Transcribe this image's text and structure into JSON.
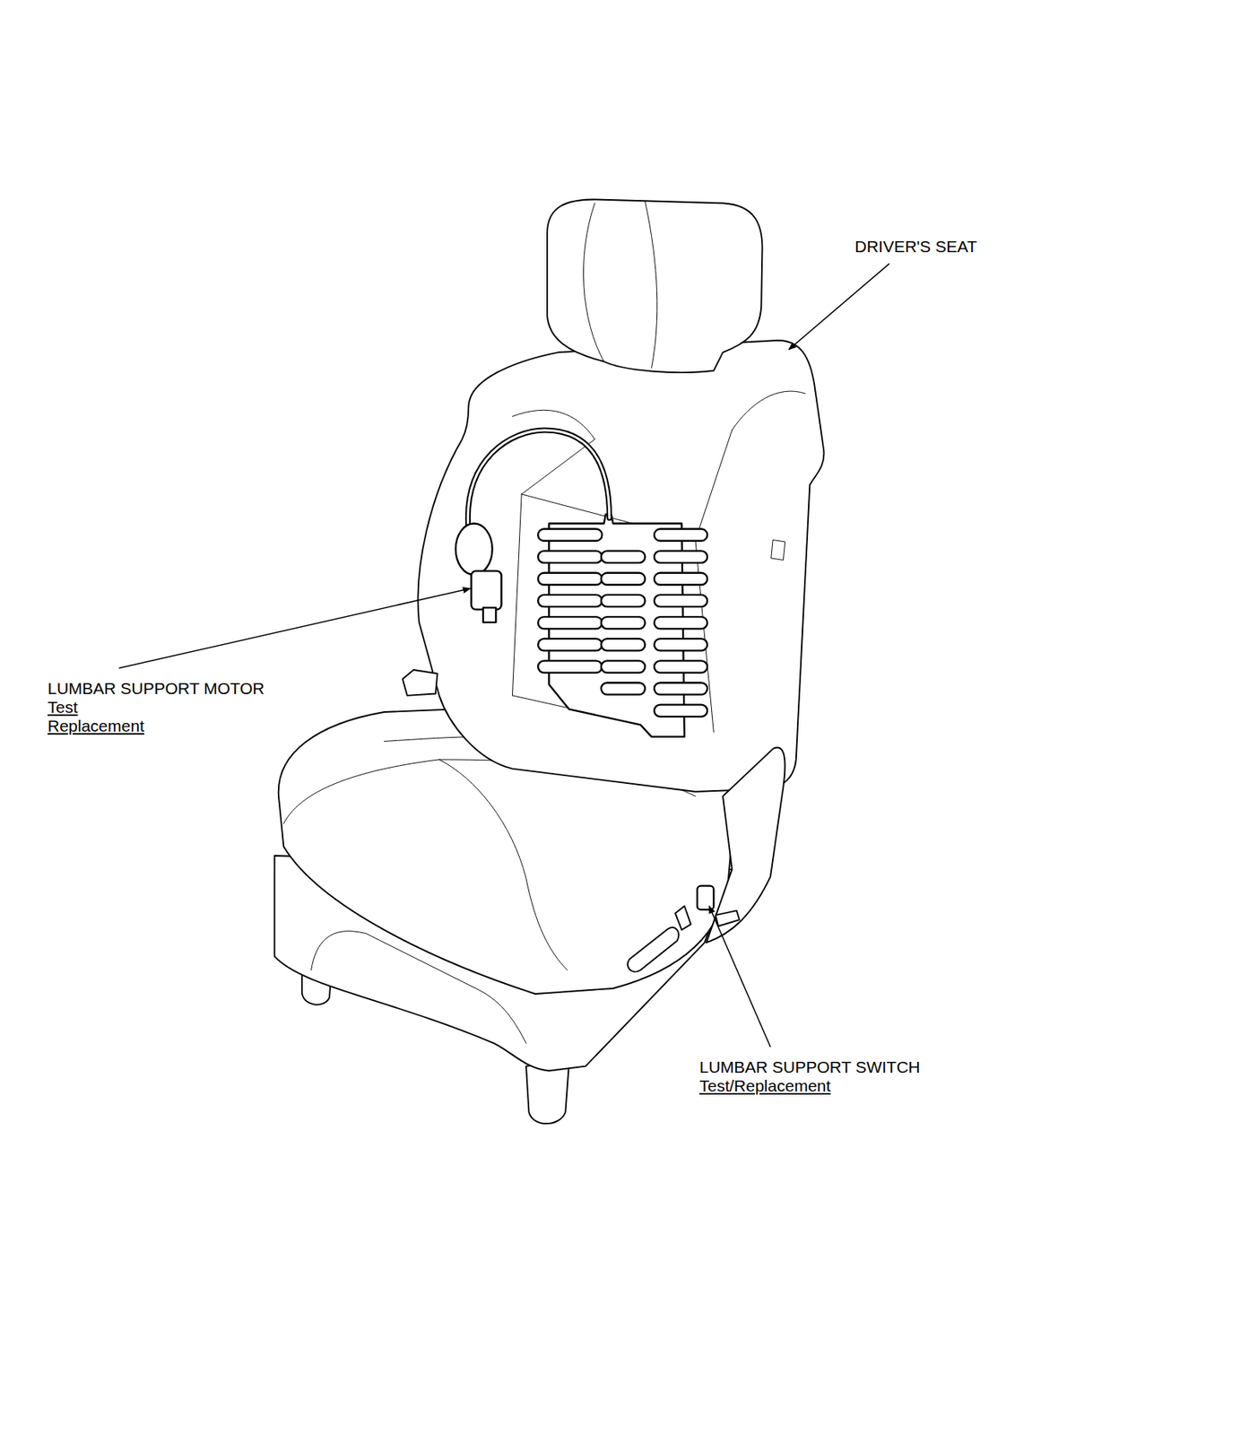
{
  "diagram": {
    "labels": [
      "DRIVER'S SEAT",
      "LUMBAR SUPPORT MOTOR",
      "Test",
      "Replacement",
      "LUMBAR SUPPORT SWITCH",
      "Test/Replacement"
    ]
  }
}
